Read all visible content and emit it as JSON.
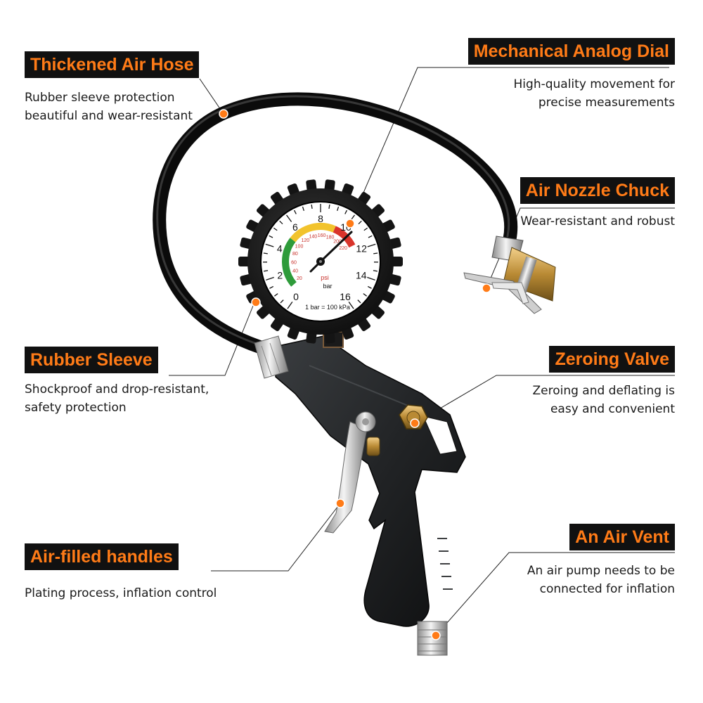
{
  "callouts": {
    "hose": {
      "title": "Thickened Air Hose",
      "line1": "Rubber sleeve protection",
      "line2": "beautiful and wear-resistant"
    },
    "dial": {
      "title": "Mechanical Analog Dial",
      "line1": "High-quality movement for",
      "line2": "precise measurements"
    },
    "chuck": {
      "title": "Air Nozzle Chuck",
      "line1": "Wear-resistant and robust"
    },
    "sleeve": {
      "title": "Rubber Sleeve",
      "line1": "Shockproof and drop-resistant,",
      "line2": "safety protection"
    },
    "valve": {
      "title": "Zeroing Valve",
      "line1": "Zeroing and deflating is",
      "line2": "easy and convenient"
    },
    "handle": {
      "title": "Air-filled handles",
      "line1": "Plating process, inflation control"
    },
    "vent": {
      "title": "An Air Vent",
      "line1": "An air pump needs to be",
      "line2": "connected for inflation"
    }
  },
  "gauge": {
    "bar_ticks": [
      "0",
      "2",
      "4",
      "6",
      "8",
      "10",
      "12",
      "14",
      "16"
    ],
    "psi_ticks": [
      "20",
      "40",
      "60",
      "80",
      "100",
      "120",
      "140",
      "160",
      "180",
      "200",
      "220"
    ],
    "unit_psi": "psi",
    "unit_bar": "bar",
    "footnote": "1 bar = 100 kPa"
  },
  "colors": {
    "accent": "#ff7b17",
    "label_bg": "#111111",
    "gauge_green": "#2e9b3a",
    "gauge_yellow": "#f2c32c",
    "gauge_red": "#d9342b",
    "psi_text": "#c8302a"
  }
}
